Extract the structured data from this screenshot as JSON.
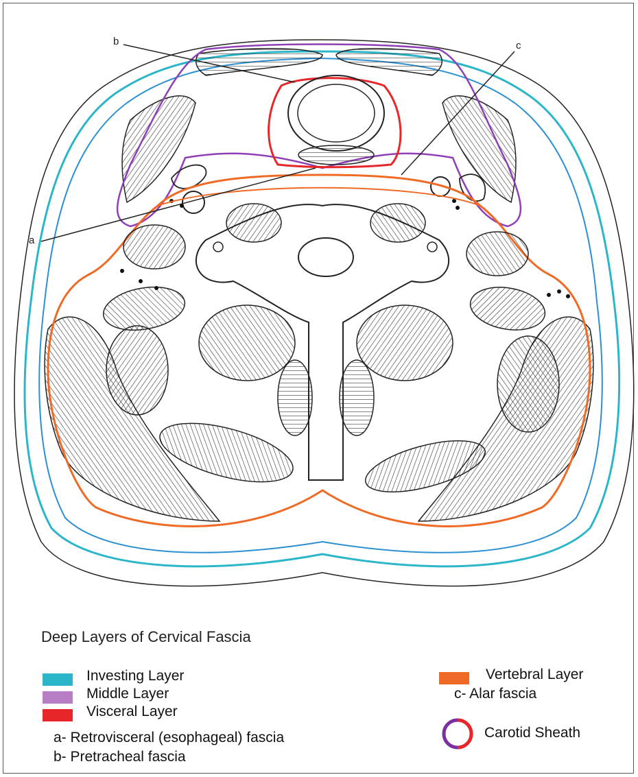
{
  "callouts": {
    "a": "a",
    "b": "b",
    "c": "c"
  },
  "legend": {
    "title": "Deep Layers of Cervical Fascia",
    "items": [
      {
        "label": "Investing Layer",
        "color": "#2bb5c9"
      },
      {
        "label": "Middle Layer",
        "color": "#b77cc4"
      },
      {
        "label": "Visceral Layer",
        "color": "#e8262a"
      },
      {
        "label": "Vertebral Layer",
        "color": "#ef6a24"
      }
    ],
    "subitems": {
      "a": "a- Retrovisceral (esophageal) fascia",
      "b": "b- Pretracheal fascia",
      "c": "c- Alar fascia"
    },
    "carotid": {
      "label": "Carotid Sheath",
      "colors": [
        "#e8262a",
        "#7b2fa0"
      ]
    }
  }
}
